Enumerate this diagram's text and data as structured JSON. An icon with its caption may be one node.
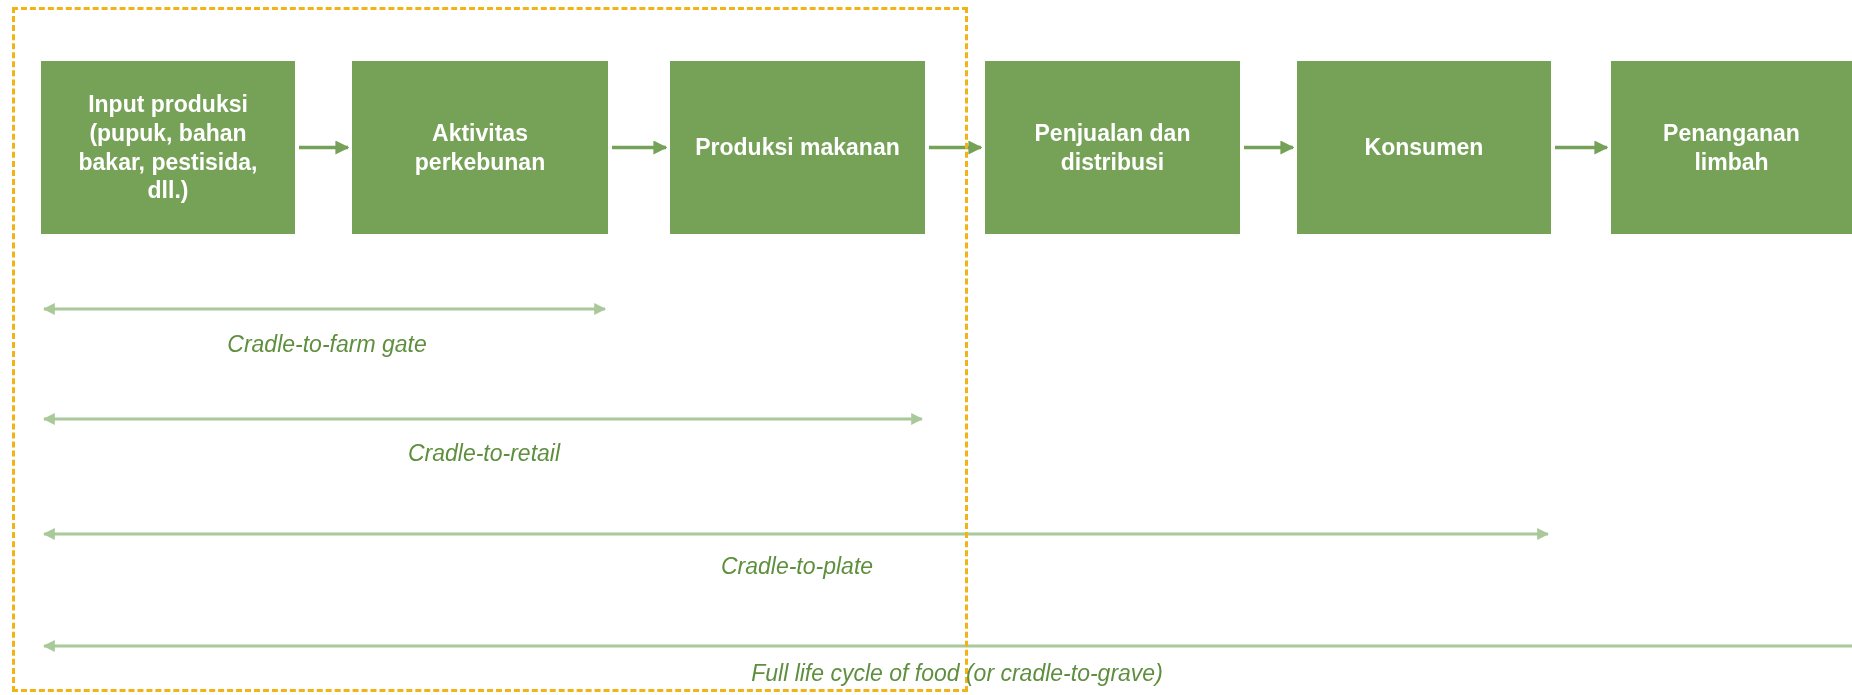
{
  "diagram": {
    "nodes": [
      {
        "text": [],
        "shape": "box"
      },
      {
        "text": [
          "Input produksi (pupuk, bahan bakar, pestisida, dll.)"
        ],
        "in": 0
      },
      {
        "text": [
          "Aktivitas perkebunan"
        ],
        "in": 0
      },
      {
        "text": [
          "Produksi makanan"
        ],
        "in": 0
      },
      {
        "text": [
          "Penjualan dan distribusi"
        ]
      },
      {
        "text": [
          "Konsumen"
        ]
      },
      {
        "text": [
          "Penanganan limbah"
        ]
      }
    ],
    "edges": [
      {
        "from": 1,
        "to": 2,
        "arrow": "to"
      },
      {
        "from": 2,
        "to": 3,
        "arrow": "to"
      },
      {
        "from": 3,
        "to": 4,
        "arrow": "to"
      },
      {
        "from": 4,
        "to": 5,
        "arrow": "to"
      },
      {
        "from": 5,
        "to": 6,
        "arrow": "to"
      }
    ],
    "labels": [
      "Cradle-to-farm gate",
      "Cradle-to-retail",
      "Cradle-to-plate",
      "Full life cycle of food (or cradle-to-grave)"
    ]
  }
}
